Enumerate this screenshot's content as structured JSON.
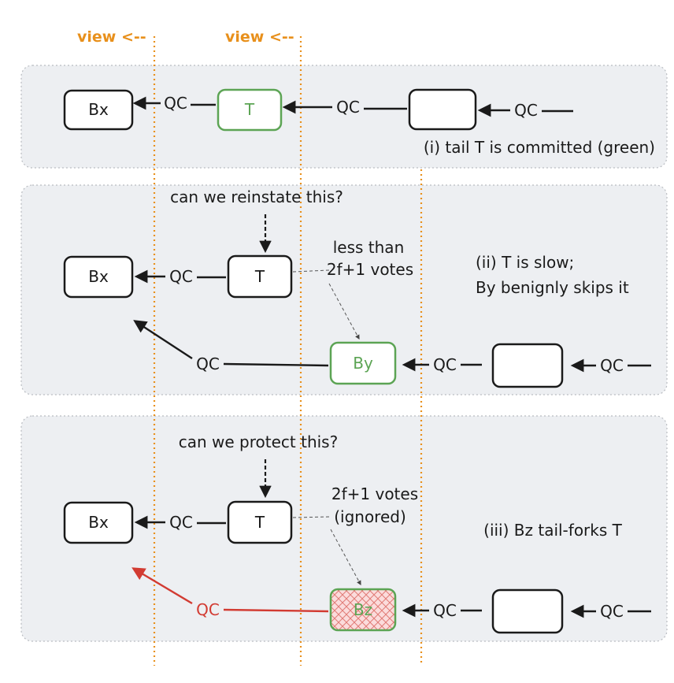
{
  "view_markers": [
    "view <--",
    "view <--"
  ],
  "colors": {
    "accent_orange": "#e8901c",
    "committed_green": "#5ca454",
    "fork_red": "#d23b32"
  },
  "panel1": {
    "block_bx": "Bx",
    "block_t": "T",
    "qc": [
      "QC",
      "QC",
      "QC"
    ],
    "caption": "(i) tail T is committed (green)"
  },
  "panel2": {
    "question": "can we reinstate this?",
    "block_bx": "Bx",
    "block_t": "T",
    "block_by": "By",
    "vote_note": [
      "less than",
      "2f+1 votes"
    ],
    "caption": [
      "(ii) T is slow;",
      "By benignly skips it"
    ],
    "qc": [
      "QC",
      "QC",
      "QC",
      "QC"
    ]
  },
  "panel3": {
    "question": "can we protect this?",
    "block_bx": "Bx",
    "block_t": "T",
    "block_bz": "Bz",
    "vote_note": [
      "2f+1 votes",
      "(ignored)"
    ],
    "caption": "(iii) Bz tail-forks T",
    "qc": [
      "QC",
      "QC",
      "QC",
      "QC"
    ]
  }
}
